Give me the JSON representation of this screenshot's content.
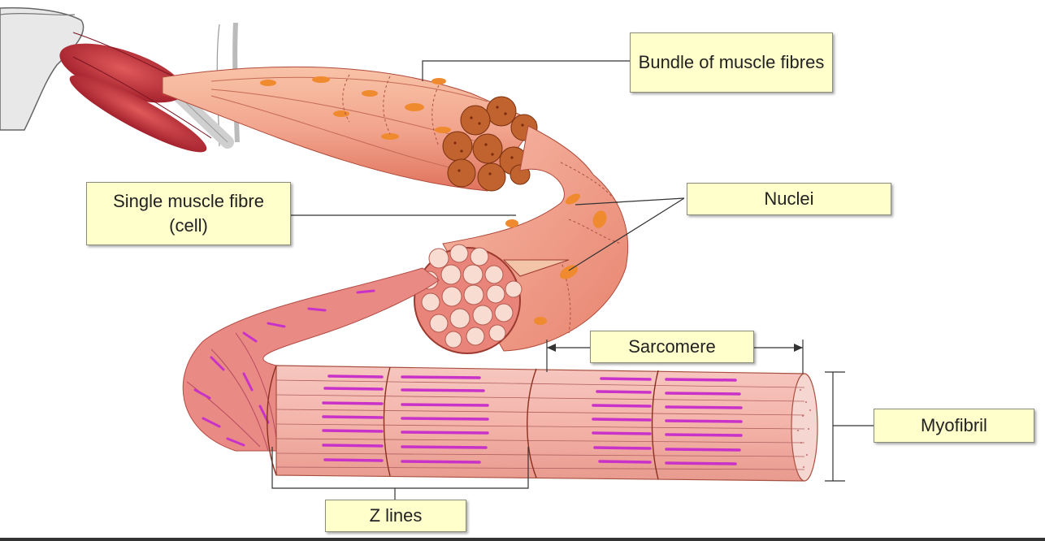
{
  "labels": {
    "bundle": "Bundle of muscle fibres",
    "single": "Single muscle fibre (cell)",
    "nuclei": "Nuclei",
    "sarcomere": "Sarcomere",
    "myofibril": "Myofibril",
    "zlines": "Z lines"
  },
  "colors": {
    "label_fill": "#ffffcc",
    "muscle_red": "#c8323a",
    "fibre_pink": "#f2a58e",
    "nucleus_orange": "#f08a2e",
    "myofilament_magenta": "#c832c8"
  }
}
